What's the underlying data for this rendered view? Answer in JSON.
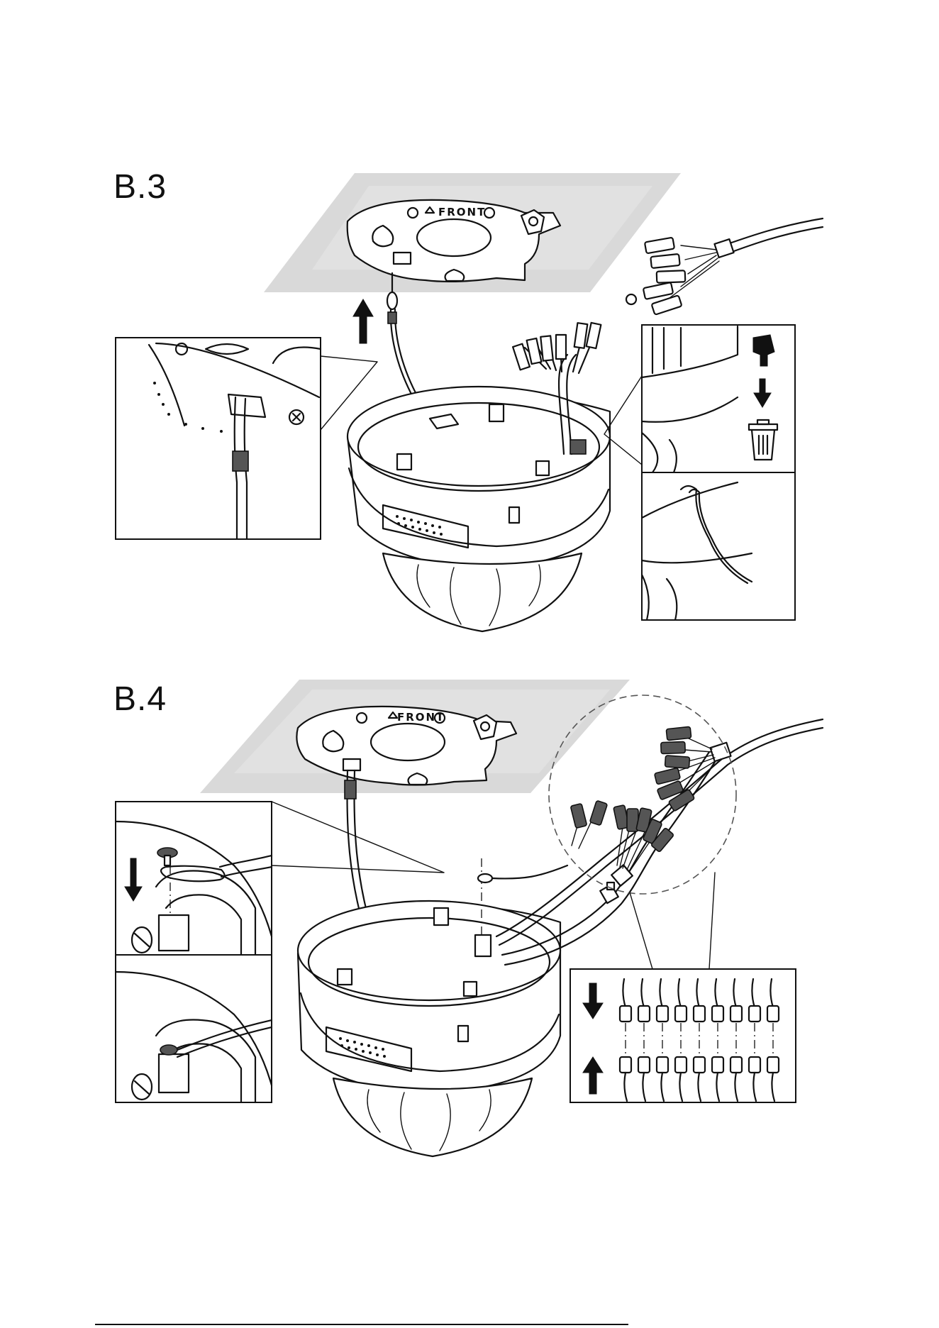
{
  "steps": [
    {
      "label": "B.3"
    },
    {
      "label": "B.4"
    }
  ],
  "bracket_text": "FRONT",
  "icons": {
    "up_arrow": "up-arrow-icon",
    "down_arrow": "down-arrow-icon",
    "trash": "trash-bin-icon",
    "cable_plug": "cable-plug-icon"
  },
  "colors": {
    "ink": "#111111",
    "ceiling": "#d9d9d9",
    "connector_dark": "#555555",
    "background": "#ffffff"
  }
}
